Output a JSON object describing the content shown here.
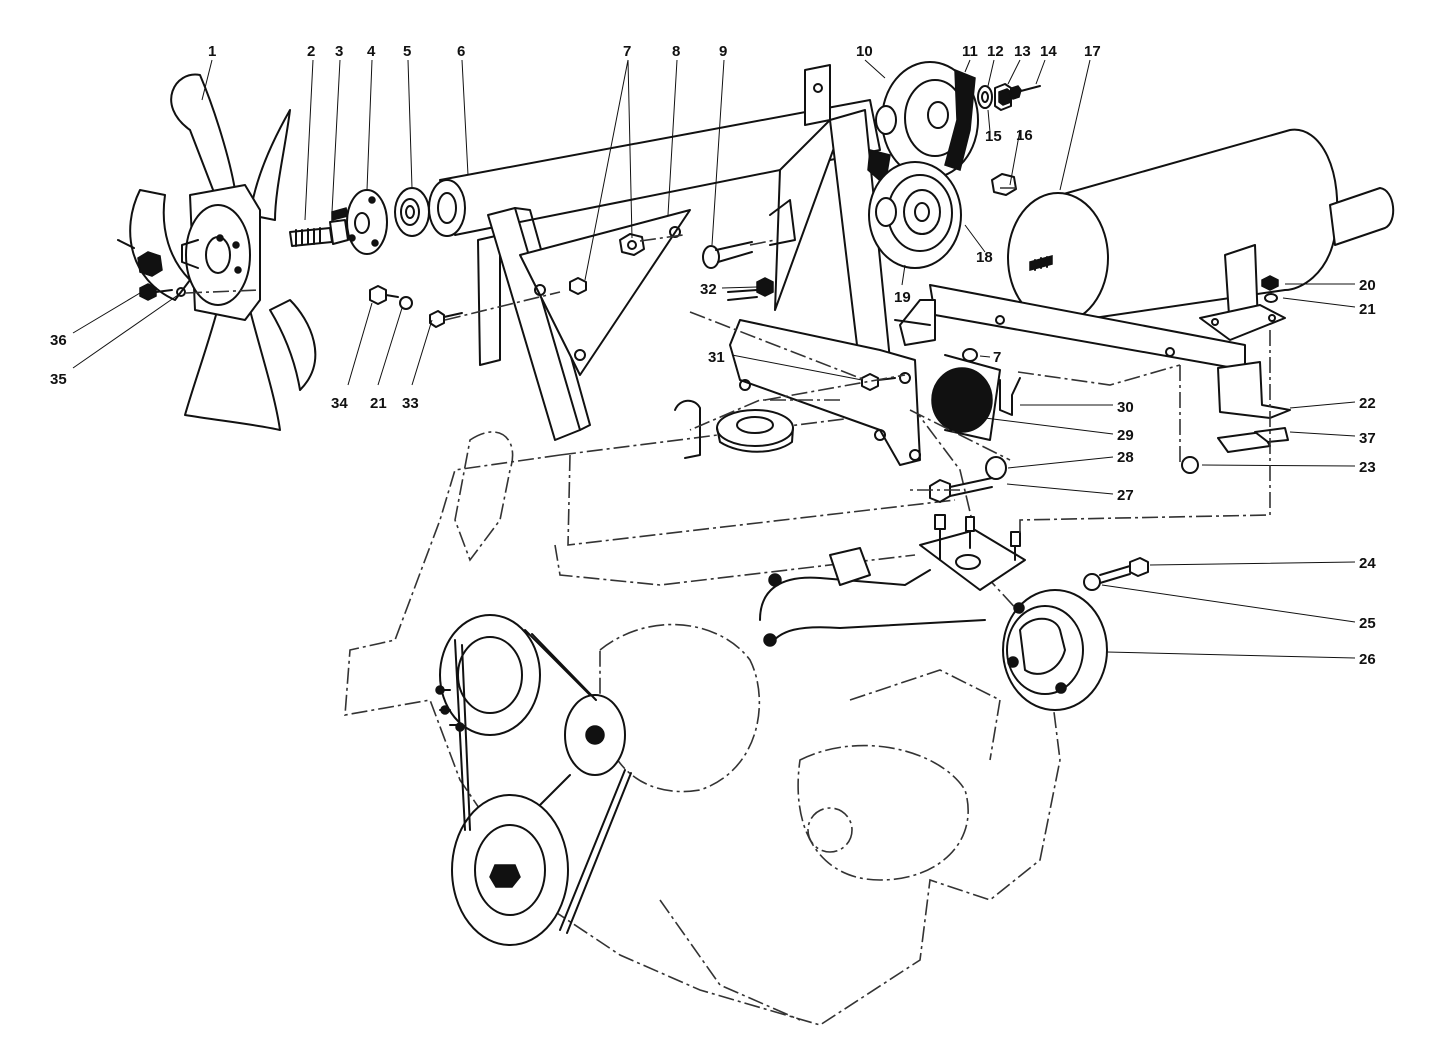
{
  "diagram": {
    "callouts": [
      "1",
      "2",
      "3",
      "4",
      "5",
      "6",
      "7",
      "8",
      "9",
      "10",
      "11",
      "12",
      "13",
      "14",
      "15",
      "16",
      "17",
      "18",
      "19",
      "20",
      "21",
      "22",
      "23",
      "24",
      "25",
      "26",
      "27",
      "28",
      "29",
      "30",
      "31",
      "32",
      "33",
      "34",
      "35",
      "36",
      "37"
    ],
    "repeat_labels": {
      "nut_7b": "7",
      "washer_21b": "21"
    }
  }
}
